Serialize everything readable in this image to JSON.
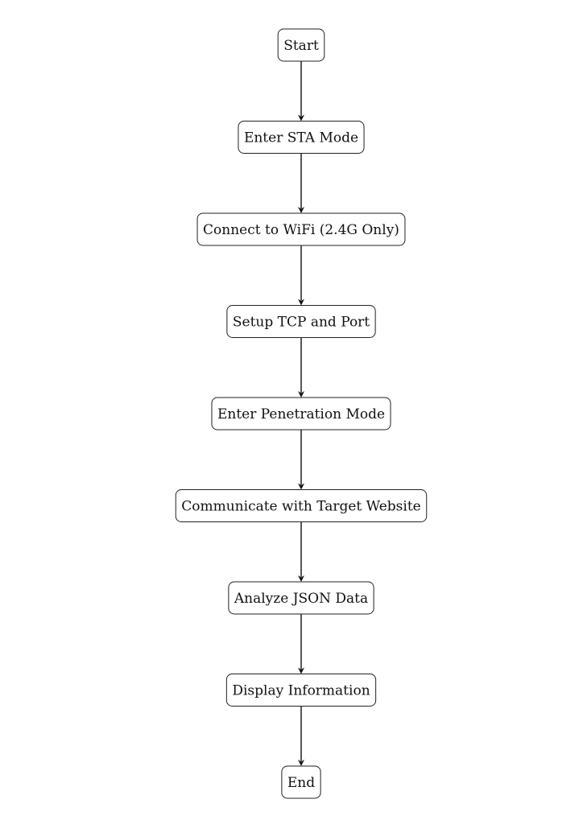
{
  "diagram": {
    "type": "flowchart",
    "direction": "top-to-bottom",
    "colors": {
      "node_fill": "#ffffff",
      "node_border": "#222222",
      "text": "#111111",
      "edge": "#111111"
    },
    "nodes": [
      {
        "id": "start",
        "label": "Start"
      },
      {
        "id": "sta-mode",
        "label": "Enter STA Mode"
      },
      {
        "id": "connect-wifi",
        "label": "Connect to WiFi (2.4G Only)"
      },
      {
        "id": "setup-tcp",
        "label": "Setup TCP and Port"
      },
      {
        "id": "penetration-mode",
        "label": "Enter Penetration Mode"
      },
      {
        "id": "communicate",
        "label": "Communicate with Target Website"
      },
      {
        "id": "analyze-json",
        "label": "Analyze JSON Data"
      },
      {
        "id": "display-info",
        "label": "Display Information"
      },
      {
        "id": "end",
        "label": "End"
      }
    ],
    "edges": [
      {
        "from": "start",
        "to": "sta-mode"
      },
      {
        "from": "sta-mode",
        "to": "connect-wifi"
      },
      {
        "from": "connect-wifi",
        "to": "setup-tcp"
      },
      {
        "from": "setup-tcp",
        "to": "penetration-mode"
      },
      {
        "from": "penetration-mode",
        "to": "communicate"
      },
      {
        "from": "communicate",
        "to": "analyze-json"
      },
      {
        "from": "analyze-json",
        "to": "display-info"
      },
      {
        "from": "display-info",
        "to": "end"
      }
    ]
  }
}
